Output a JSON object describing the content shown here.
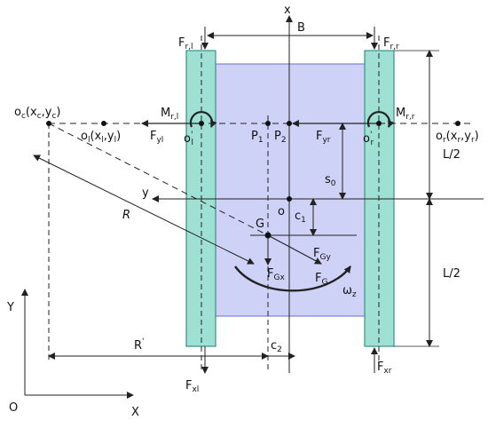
{
  "diagram": {
    "labels": {
      "x_axis_top": "x",
      "B": "B",
      "Frl_main": "F",
      "Frl_sub": "r,l",
      "Frr_main": "F",
      "Frr_sub": "r,r",
      "oc_text": "o",
      "oc_sub": "c",
      "oc_coords": "(x",
      "oc_coords_sub1": "c",
      "oc_coords_mid": ",y",
      "oc_coords_sub2": "c",
      "oc_coords_end": ")",
      "ol_main": "o",
      "ol_sub": "l",
      "ol_coords": "(x",
      "ol_coords_sub1": "l",
      "ol_coords_mid": ",y",
      "ol_coords_sub2": "l",
      "ol_coords_end": ")",
      "or_main": "o",
      "or_sub": "r",
      "or_coords": "(x",
      "or_coords_sub1": "r",
      "or_coords_mid": ",y",
      "or_coords_sub2": "r",
      "or_coords_end": ")",
      "Mrl_main": "M",
      "Mrl_sub": "r,l",
      "Mrr_main": "M",
      "Mrr_sub": "r,r",
      "Fyl_main": "F",
      "Fyl_sub": "yl",
      "Fyr_main": "F",
      "Fyr_sub": "yr",
      "o1l_main": "o",
      "o1l_sup": "'",
      "o1l_sub": "l",
      "o1r_main": "o",
      "o1r_sup": "'",
      "o1r_sub": "r",
      "P1_main": "P",
      "P1_sub": "1",
      "P2_main": "P",
      "P2_sub": "2",
      "L2_top": "L/2",
      "L2_bottom": "L/2",
      "s0_main": "s",
      "s0_sub": "0",
      "y_axis": "y",
      "R": "R",
      "o_center": "o",
      "c1_main": "c",
      "c1_sub": "1",
      "G": "G",
      "FGy_main": "F",
      "FGy_sub": "Gy",
      "FGx_main": "F",
      "FGx_sub": "Gx",
      "FG_main": "F",
      "FG_sub": "G",
      "omega_main": "ω",
      "omega_sub": "z",
      "Y_global": "Y",
      "O_global": "O",
      "X_global": "X",
      "Rprime": "R",
      "Rprime_sup": "'",
      "c2_main": "c",
      "c2_sub": "2",
      "Fxl_main": "F",
      "Fxl_sub": "xl",
      "Fxr_main": "F",
      "Fxr_sub": "xr"
    },
    "colors": {
      "body_fill": "#cfd2f7",
      "body_stroke": "#6b6fc4",
      "track_fill": "#9fe0d4",
      "track_stroke": "#3a8f83",
      "line": "#222222"
    }
  }
}
